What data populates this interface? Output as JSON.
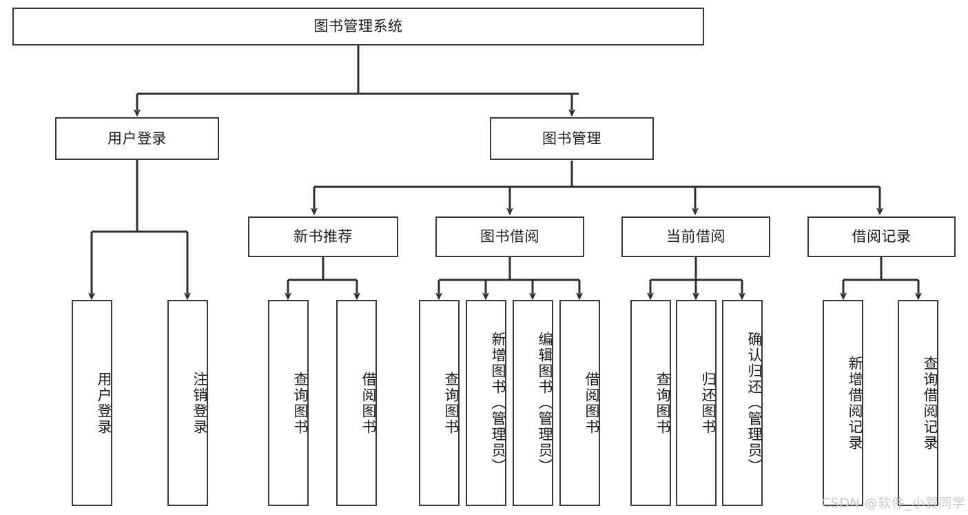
{
  "diagram": {
    "type": "tree-hierarchy",
    "title": "图书管理系统",
    "watermark": "CSDN @软件_小贺同学",
    "colors": {
      "box_border": "#3a3a3a",
      "box_fill": "#ffffff",
      "edge": "#2f2f2f",
      "text": "#1b1b1b",
      "watermark": "#c9c9c9",
      "background": "#ffffff"
    },
    "nodes": {
      "root": {
        "label": "图书管理系统",
        "level": 0,
        "orientation": "horizontal"
      },
      "user_login": {
        "label": "用户登录",
        "level": 1,
        "orientation": "horizontal"
      },
      "book_manage": {
        "label": "图书管理",
        "level": 1,
        "orientation": "horizontal"
      },
      "new_book_rec": {
        "label": "新书推荐",
        "level": 2,
        "orientation": "horizontal"
      },
      "book_borrow": {
        "label": "图书借阅",
        "level": 2,
        "orientation": "horizontal"
      },
      "current_borrow": {
        "label": "当前借阅",
        "level": 2,
        "orientation": "horizontal"
      },
      "borrow_record": {
        "label": "借阅记录",
        "level": 2,
        "orientation": "horizontal"
      },
      "leaf_user_login": {
        "label": "用户登录",
        "level": 3,
        "orientation": "vertical"
      },
      "leaf_logout": {
        "label": "注销登录",
        "level": 3,
        "orientation": "vertical"
      },
      "leaf_query_book_a": {
        "label": "查询图书",
        "level": 3,
        "orientation": "vertical"
      },
      "leaf_borrow_book_a": {
        "label": "借阅图书",
        "level": 3,
        "orientation": "vertical"
      },
      "leaf_query_book_b": {
        "label": "查询图书",
        "level": 3,
        "orientation": "vertical"
      },
      "leaf_add_book": {
        "label": "新增图书（管理员）",
        "level": 3,
        "orientation": "vertical"
      },
      "leaf_edit_book": {
        "label": "编辑图书（管理员）",
        "level": 3,
        "orientation": "vertical"
      },
      "leaf_borrow_book_b": {
        "label": "借阅图书",
        "level": 3,
        "orientation": "vertical"
      },
      "leaf_query_book_c": {
        "label": "查询图书",
        "level": 3,
        "orientation": "vertical"
      },
      "leaf_return_book": {
        "label": "归还图书",
        "level": 3,
        "orientation": "vertical"
      },
      "leaf_confirm_return": {
        "label": "确认归还（管理员）",
        "level": 3,
        "orientation": "vertical"
      },
      "leaf_add_record": {
        "label": "新增借阅记录",
        "level": 3,
        "orientation": "vertical"
      },
      "leaf_query_record": {
        "label": "查询借阅记录",
        "level": 3,
        "orientation": "vertical"
      }
    },
    "edges": [
      {
        "from": "root",
        "to": "user_login"
      },
      {
        "from": "root",
        "to": "book_manage"
      },
      {
        "from": "book_manage",
        "to": "new_book_rec"
      },
      {
        "from": "book_manage",
        "to": "book_borrow"
      },
      {
        "from": "book_manage",
        "to": "current_borrow"
      },
      {
        "from": "book_manage",
        "to": "borrow_record"
      },
      {
        "from": "user_login",
        "to": "leaf_user_login"
      },
      {
        "from": "user_login",
        "to": "leaf_logout"
      },
      {
        "from": "new_book_rec",
        "to": "leaf_query_book_a"
      },
      {
        "from": "new_book_rec",
        "to": "leaf_borrow_book_a"
      },
      {
        "from": "book_borrow",
        "to": "leaf_query_book_b"
      },
      {
        "from": "book_borrow",
        "to": "leaf_add_book"
      },
      {
        "from": "book_borrow",
        "to": "leaf_edit_book"
      },
      {
        "from": "book_borrow",
        "to": "leaf_borrow_book_b"
      },
      {
        "from": "current_borrow",
        "to": "leaf_query_book_c"
      },
      {
        "from": "current_borrow",
        "to": "leaf_return_book"
      },
      {
        "from": "current_borrow",
        "to": "leaf_confirm_return"
      },
      {
        "from": "borrow_record",
        "to": "leaf_add_record"
      },
      {
        "from": "borrow_record",
        "to": "leaf_query_record"
      }
    ]
  }
}
